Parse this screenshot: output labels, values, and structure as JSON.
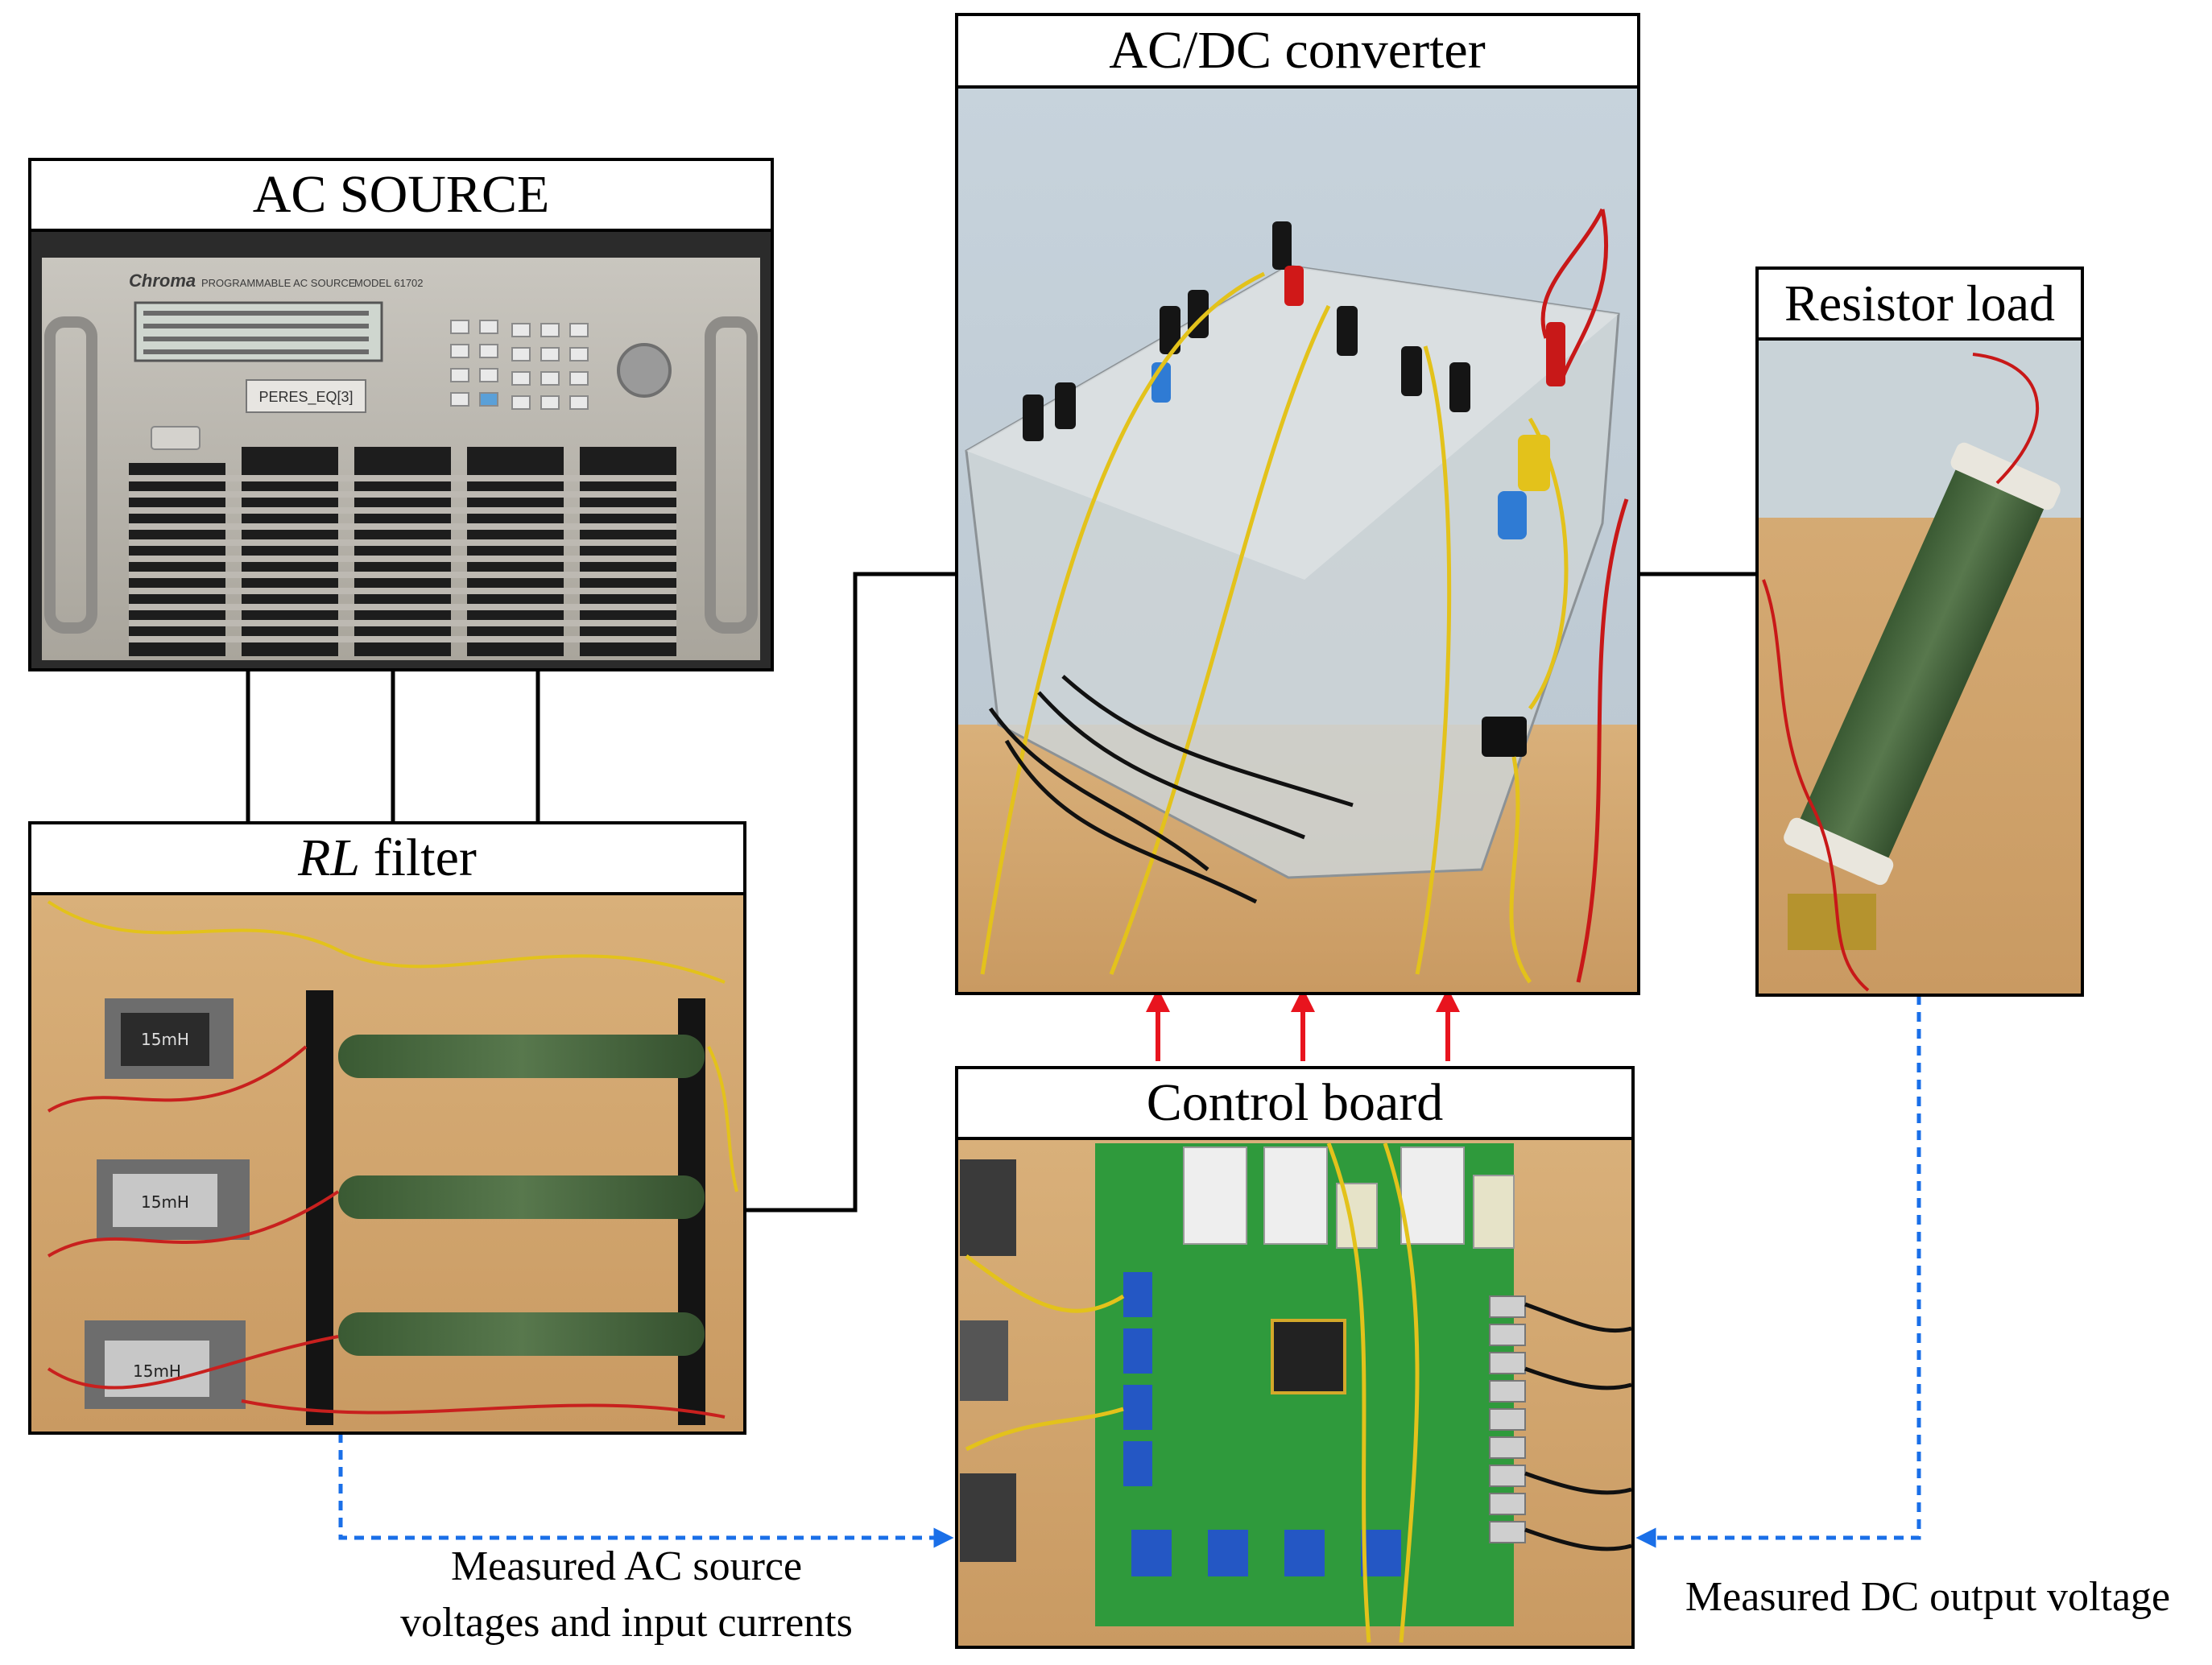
{
  "blocks": {
    "ac_source": {
      "title": "AC SOURCE",
      "device_brand": "Chroma",
      "device_caption": "PROGRAMMABLE AC SOURCE",
      "device_model": "MODEL 61702",
      "device_tag": "PERES_EQ[3]"
    },
    "rl_filter": {
      "title_italic": "RL",
      "title_rest": " filter",
      "inductor_labels": [
        "15mH",
        "15mH",
        "15mH"
      ]
    },
    "converter": {
      "title": "AC/DC converter"
    },
    "resistor_load": {
      "title": "Resistor load"
    },
    "control_board": {
      "title": "Control board"
    }
  },
  "annotations": {
    "measured_ac_line1": "Measured AC source",
    "measured_ac_line2": "voltages and input currents",
    "measured_dc": "Measured DC output voltage"
  },
  "colors": {
    "power_wire": "#000000",
    "control_arrow": "#e8141e",
    "measurement_line": "#1a6fe8",
    "frame": "#000000"
  }
}
